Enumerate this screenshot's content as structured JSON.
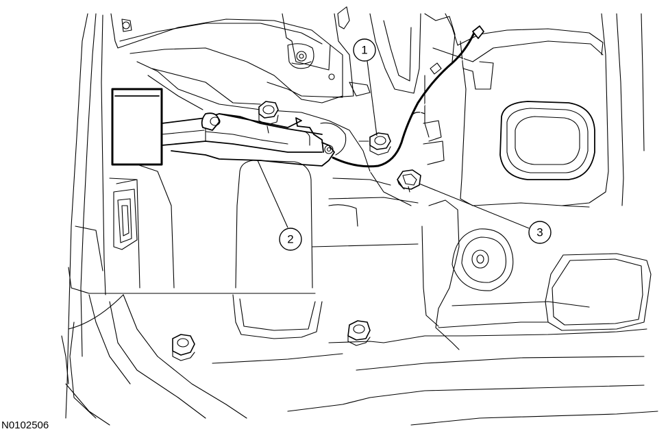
{
  "figure_id": "N0102506",
  "callouts": [
    {
      "label": "1"
    },
    {
      "label": "2"
    },
    {
      "label": "3"
    }
  ]
}
